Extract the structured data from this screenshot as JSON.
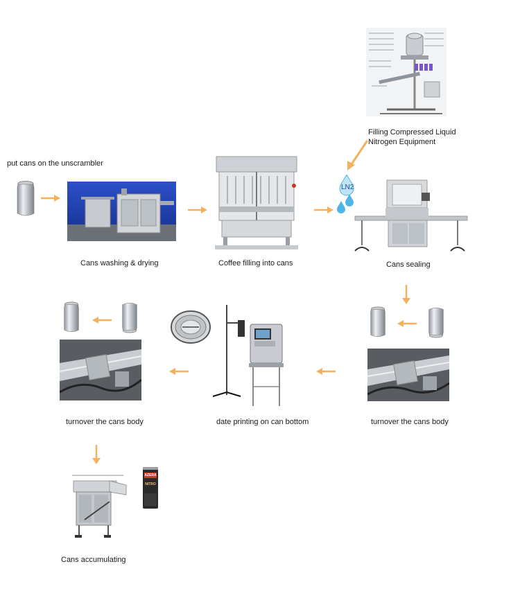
{
  "steps": {
    "unscrambler": "put cans on the unscrambler",
    "washing": "Cans washing & drying",
    "filling": "Coffee filling into cans",
    "ln2_line1": "Filling Compressed Liquid",
    "ln2_line2": "Nitrogen Equipment",
    "ln2_drop": "LN2",
    "sealing": "Cans sealing",
    "turnover_right": "turnover the cans body",
    "date_printing": "date printing on can bottom",
    "turnover_left": "turnover the cans body",
    "accumulating": "Cans accumulating"
  },
  "product_label": {
    "brand": "AZERA",
    "variant": "NITRO"
  },
  "colors": {
    "arrow": "#f3b15e",
    "drop": "#4fb4e6",
    "steel": "#b9bec4",
    "conveyor_bg": "#1d3fb0"
  }
}
